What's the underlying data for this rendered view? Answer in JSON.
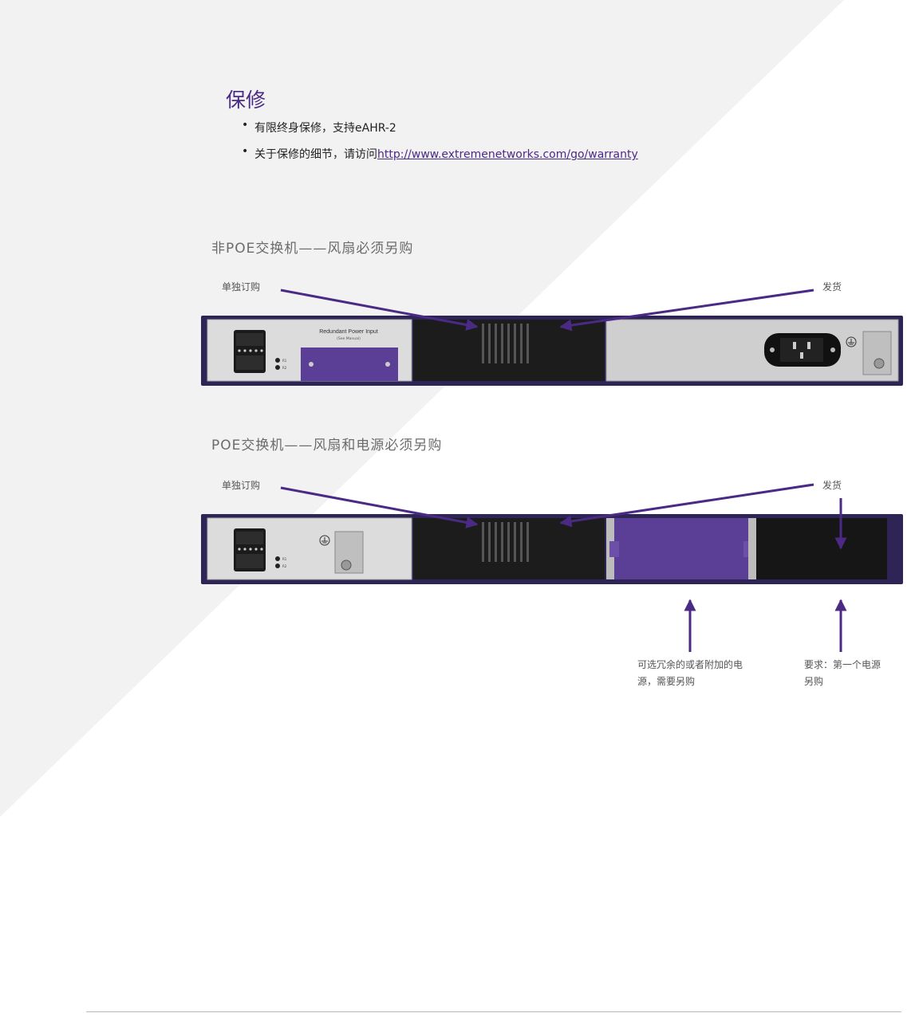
{
  "warranty": {
    "title": "保修",
    "bullets": [
      {
        "text": "有限终身保修，支持eAHR-2"
      },
      {
        "text": "关于保修的细节，请访问",
        "link": "http://www.extremenetworks.com/go/warranty"
      }
    ]
  },
  "non_poe": {
    "title": "非POE交换机——风扇必须另购",
    "label_separate": "单独订购",
    "label_shipped": "发货",
    "device": {
      "panel_title": "Redundant Power Input",
      "panel_subtitle": "(See Manual)",
      "led1": "R1",
      "led2": "R2"
    }
  },
  "poe": {
    "title": "POE交换机——风扇和电源必须另购",
    "label_separate": "单独订购",
    "label_shipped": "发货",
    "note_optional_line1": "可选冗余的或者附加的电",
    "note_optional_line2": "源，需要另购",
    "note_required_line1": "要求：第一个电源",
    "note_required_line2": "另购",
    "device": {
      "led1": "R1",
      "led2": "R2"
    }
  },
  "colors": {
    "accent": "#4b2a86",
    "chassis": "#2e2456",
    "background_shape": "#f2f2f2"
  },
  "icons": [
    "ground-icon",
    "power-inlet-icon",
    "rps-connector-icon",
    "arrow-icon"
  ]
}
